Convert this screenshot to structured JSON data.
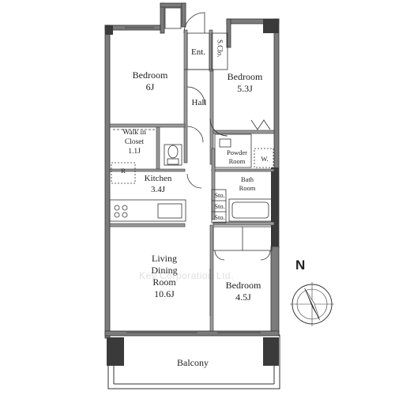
{
  "rooms": {
    "entrance": {
      "name": "Ent."
    },
    "shoe_closet": {
      "name": "S.Clo."
    },
    "bedroom_west": {
      "name": "Bedroom",
      "size": "6J"
    },
    "bedroom_east": {
      "name": "Bedroom",
      "size": "5.3J"
    },
    "hall": {
      "name": "Hall"
    },
    "walk_in_closet": {
      "line1": "Walk in",
      "line2": "Closet",
      "size": "1.1J"
    },
    "powder_room": {
      "line1": "Powder",
      "line2": "Room"
    },
    "washer": {
      "name": "W."
    },
    "refrigerator": {
      "name": "R"
    },
    "kitchen": {
      "name": "Kitchen",
      "size": "3.4J"
    },
    "bath_room": {
      "line1": "Bath",
      "line2": "Room"
    },
    "storage": [
      "Sto.",
      "Sto.",
      "Sto."
    ],
    "living": {
      "line1": "Living",
      "line2": "Dining",
      "line3": "Room",
      "size": "10.6J"
    },
    "bedroom_south": {
      "name": "Bedroom",
      "size": "4.5J"
    },
    "balcony": {
      "name": "Balcony"
    }
  },
  "watermark": "Key Corporation Ltd.",
  "compass": {
    "label": "N",
    "icon": "compass-icon"
  },
  "colors": {
    "wall": "#7b7b7b",
    "wall_dark": "#3a3a3a",
    "line": "#333333"
  }
}
